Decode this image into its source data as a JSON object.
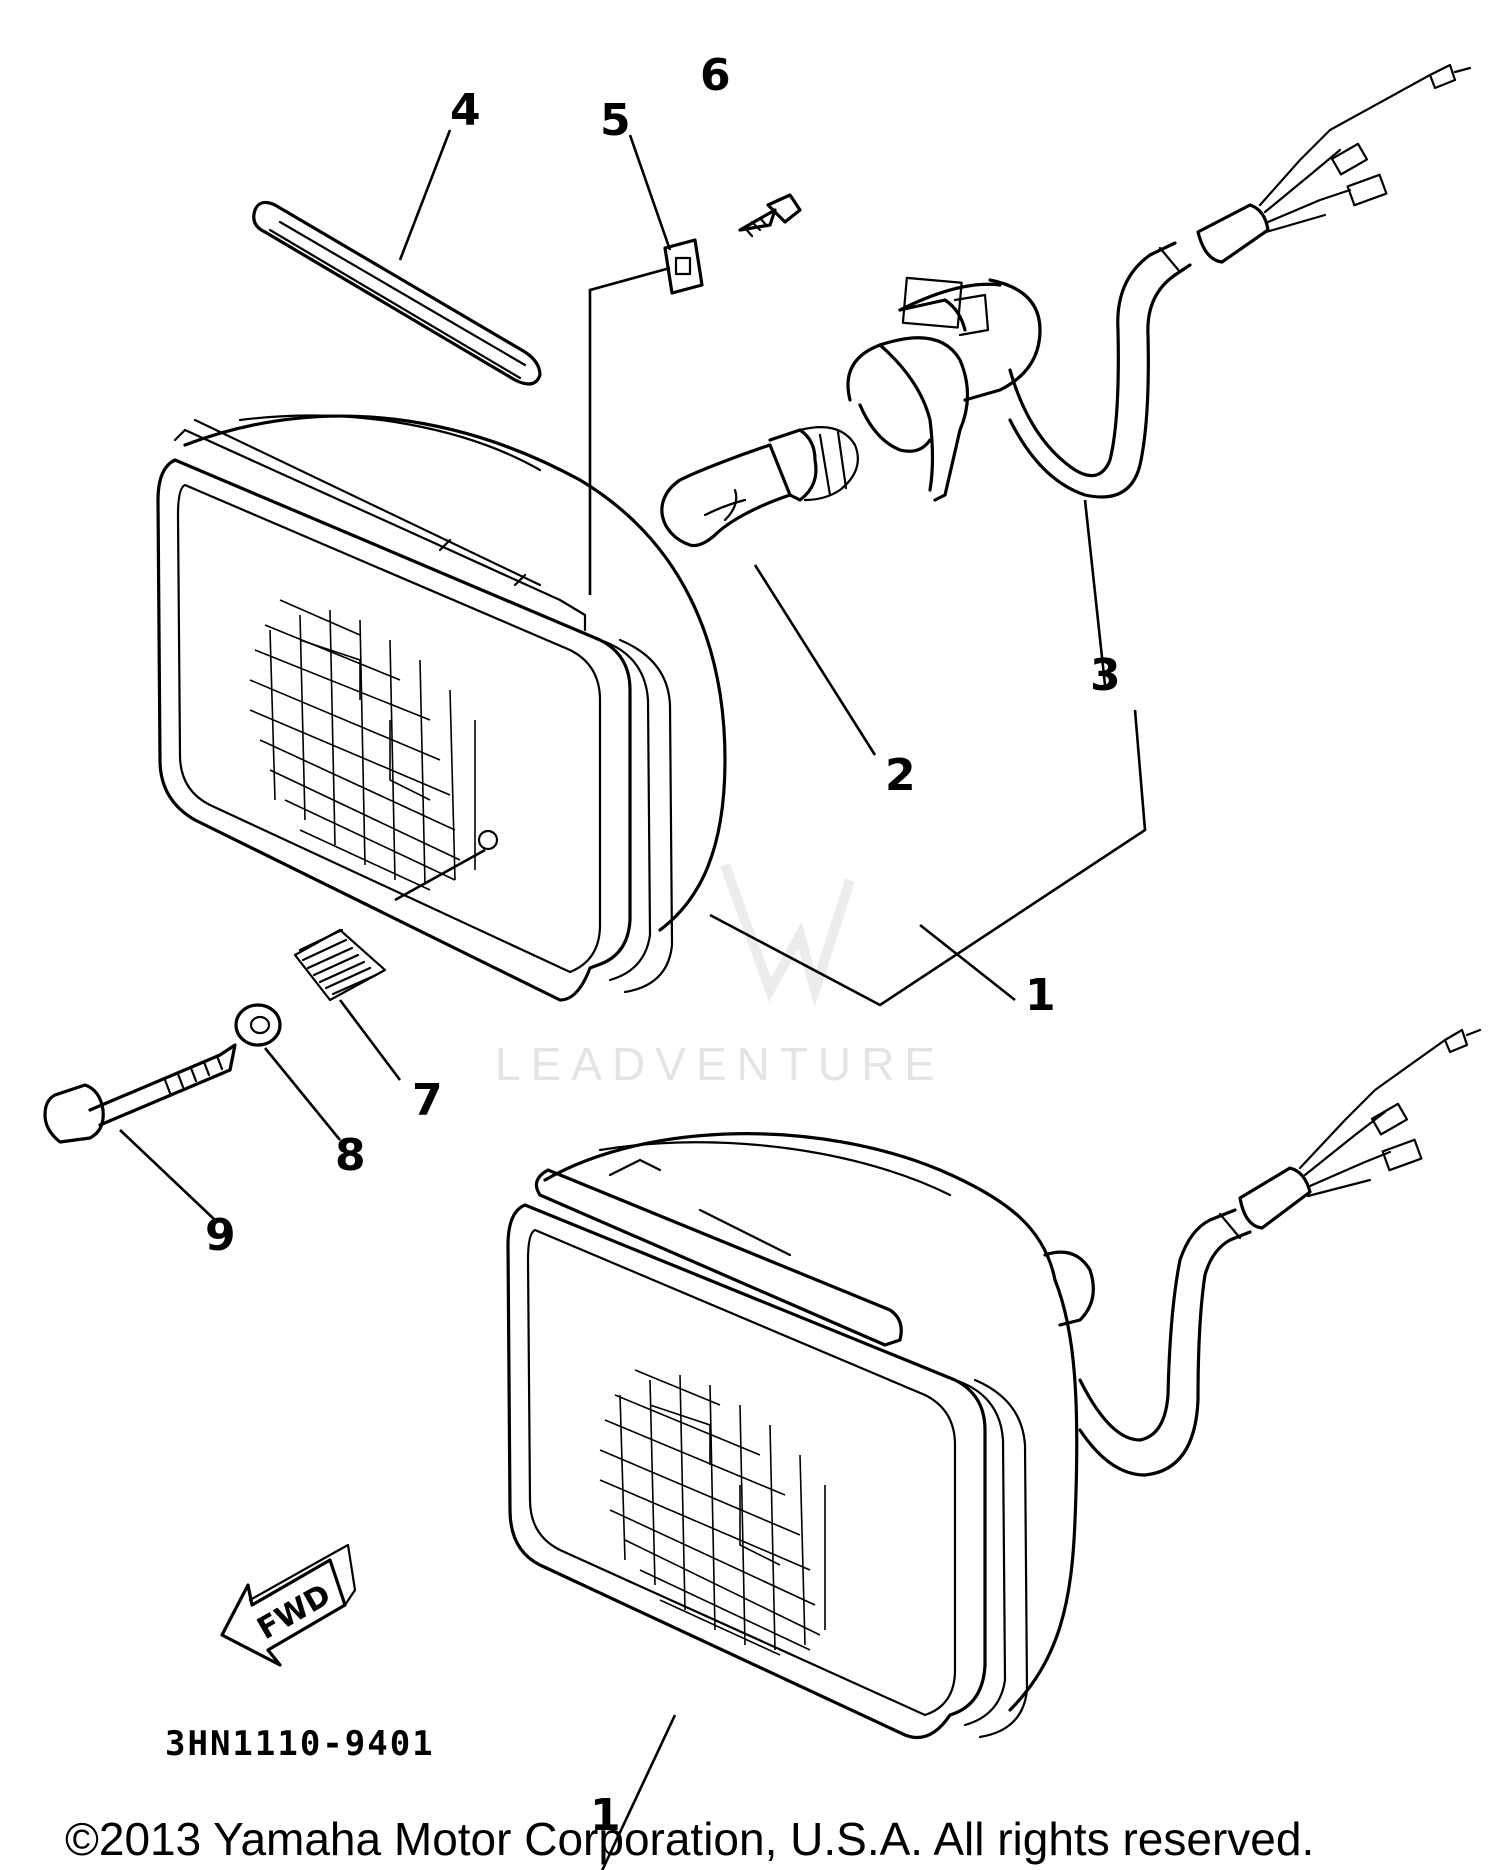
{
  "diagram": {
    "part_number": "3HN1110-9401",
    "fwd_label": "FWD",
    "watermark": "LEADVENTURE",
    "copyright": "©2013 Yamaha Motor Corporation, U.S.A. All rights reserved.",
    "callouts": [
      {
        "id": "1",
        "label": "1"
      },
      {
        "id": "1b",
        "label": "1"
      },
      {
        "id": "2",
        "label": "2"
      },
      {
        "id": "3",
        "label": "3"
      },
      {
        "id": "4",
        "label": "4"
      },
      {
        "id": "5",
        "label": "5"
      },
      {
        "id": "6",
        "label": "6"
      },
      {
        "id": "7",
        "label": "7"
      },
      {
        "id": "8",
        "label": "8"
      },
      {
        "id": "9",
        "label": "9"
      }
    ]
  }
}
